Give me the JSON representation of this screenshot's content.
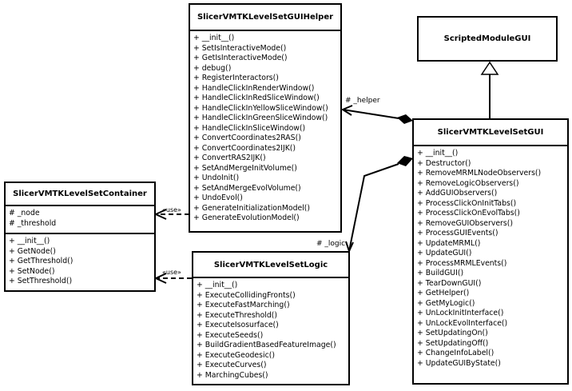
{
  "classes": {
    "scripted": {
      "name": "ScriptedModuleGUI"
    },
    "helper": {
      "name": "SlicerVMTKLevelSetGUIHelper",
      "methods": [
        "+ __init__()",
        "+ SetIsInteractiveMode()",
        "+ GetIsInteractiveMode()",
        "+ debug()",
        "+ RegisterInteractors()",
        "+ HandleClickInRenderWindow()",
        "+ HandleClickInRedSliceWindow()",
        "+ HandleClickInYellowSliceWindow()",
        "+ HandleClickInGreenSliceWindow()",
        "+ HandleClickInSliceWindow()",
        "+ ConvertCoordinates2RAS()",
        "+ ConvertCoordinates2IJK()",
        "+ ConvertRAS2IJK()",
        "+ SetAndMergeInitVolume()",
        "+ UndoInit()",
        "+ SetAndMergeEvolVolume()",
        "+ UndoEvol()",
        "+ GenerateInitializationModel()",
        "+ GenerateEvolutionModel()"
      ]
    },
    "gui": {
      "name": "SlicerVMTKLevelSetGUI",
      "methods": [
        "+ __init__()",
        "+ Destructor()",
        "+ RemoveMRMLNodeObservers()",
        "+ RemoveLogicObservers()",
        "+ AddGUIObservers()",
        "+ ProcessClickOnInitTabs()",
        "+ ProcessClickOnEvolTabs()",
        "+ RemoveGUIObservers()",
        "+ ProcessGUIEvents()",
        "+ UpdateMRML()",
        "+ UpdateGUI()",
        "+ ProcessMRMLEvents()",
        "+ BuildGUI()",
        "+ TearDownGUI()",
        "+ GetHelper()",
        "+ GetMyLogic()",
        "+ UnLockInitInterface()",
        "+ UnLockEvolInterface()",
        "+ SetUpdatingOn()",
        "+ SetUpdatingOff()",
        "+ ChangeInfoLabel()",
        "+ UpdateGUIByState()"
      ]
    },
    "container": {
      "name": "SlicerVMTKLevelSetContainer",
      "attributes": [
        "# _node",
        "# _threshold"
      ],
      "methods": [
        "+ __init__()",
        "+ GetNode()",
        "+ GetThreshold()",
        "+ SetNode()",
        "+ SetThreshold()"
      ]
    },
    "logic": {
      "name": "SlicerVMTKLevelSetLogic",
      "methods": [
        "+ __init__()",
        "+ ExecuteCollidingFronts()",
        "+ ExecuteFastMarching()",
        "+ ExecuteThreshold()",
        "+ ExecuteIsosurface()",
        "+ ExecuteSeeds()",
        "+ BuildGradientBasedFeatureImage()",
        "+ ExecuteGeodesic()",
        "+ ExecuteCurves()",
        "+ MarchingCubes()"
      ]
    }
  },
  "relations": {
    "helper_role": "# _helper",
    "logic_role": "# _logic",
    "use1": "«use»",
    "use2": "«use»"
  }
}
